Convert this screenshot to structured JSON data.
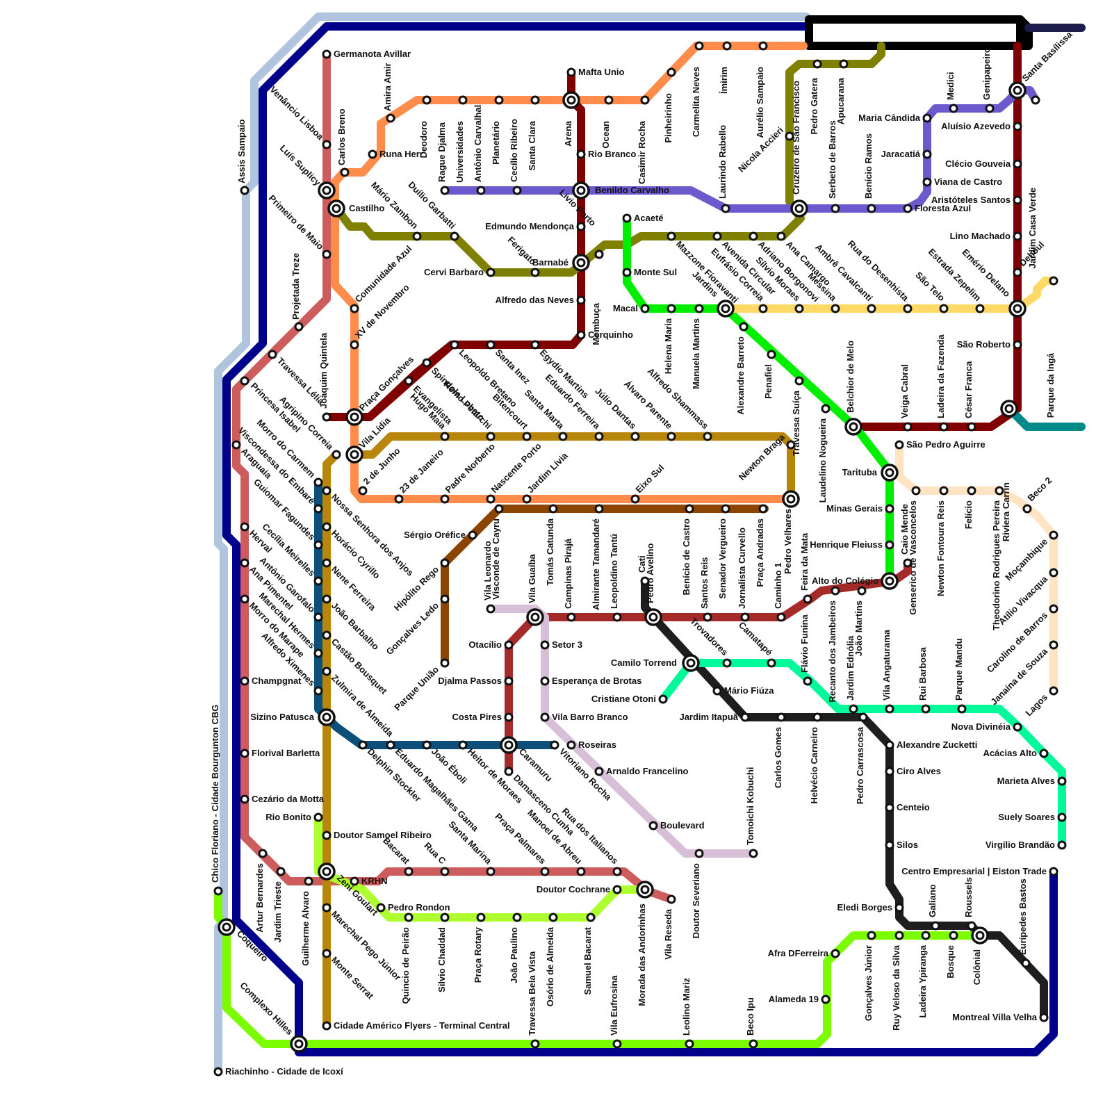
{
  "map": {
    "lines": [
      {
        "id": "light-blue",
        "color": "#B0C4DE"
      },
      {
        "id": "navy",
        "color": "#00008B"
      },
      {
        "id": "black-top",
        "color": "#000000"
      },
      {
        "id": "dark-navy",
        "color": "#1C1C4A"
      },
      {
        "id": "rose",
        "color": "#CD5C5C"
      },
      {
        "id": "orange",
        "color": "#FF8C4A"
      },
      {
        "id": "maroon",
        "color": "#800000"
      },
      {
        "id": "olive",
        "color": "#808000"
      },
      {
        "id": "purple",
        "color": "#6A5ACD"
      },
      {
        "id": "green",
        "color": "#00EE00"
      },
      {
        "id": "yellow",
        "color": "#FFD966"
      },
      {
        "id": "dark-red",
        "color": "#8B1A1A"
      },
      {
        "id": "gold",
        "color": "#B8860B"
      },
      {
        "id": "teal",
        "color": "#008B8B"
      },
      {
        "id": "peach",
        "color": "#FFE4C4"
      },
      {
        "id": "blue-teal",
        "color": "#0B4F7A"
      },
      {
        "id": "brown",
        "color": "#8B4500"
      },
      {
        "id": "red",
        "color": "#A52A2A"
      },
      {
        "id": "lilac",
        "color": "#D8BFD8"
      },
      {
        "id": "dark-gray",
        "color": "#1E1E1E"
      },
      {
        "id": "mint",
        "color": "#00FA9A"
      },
      {
        "id": "lime",
        "color": "#ADFF2F"
      },
      {
        "id": "bright-green",
        "color": "#7CFC00"
      }
    ],
    "stations": [
      {
        "name": "Germanota Avillar"
      },
      {
        "name": "Venâncio Lisboa"
      },
      {
        "name": "Luís Suplicy"
      },
      {
        "name": "Castilho"
      },
      {
        "name": "Primeiro de Maio"
      },
      {
        "name": "Projetada Treze"
      },
      {
        "name": "Travessa Lélia"
      },
      {
        "name": "Princesa Isabel"
      },
      {
        "name": "Assis Sampaio"
      },
      {
        "name": "Carlos Breno"
      },
      {
        "name": "Amira Amir"
      },
      {
        "name": "Runa Herr"
      },
      {
        "name": "Deodoro"
      },
      {
        "name": "Universidades"
      },
      {
        "name": "Planetário"
      },
      {
        "name": "Santa Clara"
      },
      {
        "name": "Arena"
      },
      {
        "name": "Mafta Unio"
      },
      {
        "name": "Ocean"
      },
      {
        "name": "Casimir Rocha"
      },
      {
        "name": "Pinheirinho"
      },
      {
        "name": "Carmelita Neves"
      },
      {
        "name": "Ímirim"
      },
      {
        "name": "Aurélio Sampaio"
      },
      {
        "name": "Rague Djalma"
      },
      {
        "name": "Antônio Carvalhal"
      },
      {
        "name": "Cecílio Ribeiro"
      },
      {
        "name": "Rio Branco"
      },
      {
        "name": "Benildo Carvalho"
      },
      {
        "name": "Laurindo Rabello"
      },
      {
        "name": "Nicola Accieri"
      },
      {
        "name": "Cruzeiro de São Francisco"
      },
      {
        "name": "Pedro Gatera"
      },
      {
        "name": "Apucarana"
      },
      {
        "name": "Serbeto de Barros"
      },
      {
        "name": "Benício Ramos"
      },
      {
        "name": "Floresta Azul"
      },
      {
        "name": "Maria Cândida"
      },
      {
        "name": "Jaracatiá"
      },
      {
        "name": "Viana de Castro"
      },
      {
        "name": "Medici"
      },
      {
        "name": "Genipapeiro"
      },
      {
        "name": "Santa Basílissa"
      },
      {
        "name": "Jardim Casa Verde"
      },
      {
        "name": "Aluísio Azevedo"
      },
      {
        "name": "Clécio Gouveia"
      },
      {
        "name": "Aristóteles Santos"
      },
      {
        "name": "Lino Machado"
      },
      {
        "name": "Dehoul"
      },
      {
        "name": "Emério Delano"
      },
      {
        "name": "Parque da Ingá"
      },
      {
        "name": "São Roberto"
      },
      {
        "name": "Riviera Carrin"
      },
      {
        "name": "Mário Zambon"
      },
      {
        "name": "Duílio Garbatti"
      },
      {
        "name": "Cervi Barbaro"
      },
      {
        "name": "Ferigato"
      },
      {
        "name": "Barnabé"
      },
      {
        "name": "Edmundo Mendonça"
      },
      {
        "name": "Lívio Porto"
      },
      {
        "name": "Mombuça"
      },
      {
        "name": "Acaeté"
      },
      {
        "name": "Monte Sul"
      },
      {
        "name": "Macal"
      },
      {
        "name": "Alfredo das Neves"
      },
      {
        "name": "Cerquinho"
      },
      {
        "name": "Mazzone Fioravanti"
      },
      {
        "name": "Avenida Circular"
      },
      {
        "name": "Adriano Borgonovi"
      },
      {
        "name": "Ana Camargo"
      },
      {
        "name": "Eufrásio Correia"
      },
      {
        "name": "Sílvio Moraes"
      },
      {
        "name": "Messina"
      },
      {
        "name": "Ambrê Cavalcanti"
      },
      {
        "name": "Rua do Desenhista"
      },
      {
        "name": "São Telo"
      },
      {
        "name": "Estrada Zepelim"
      },
      {
        "name": "Jardins"
      },
      {
        "name": "Helena Maria"
      },
      {
        "name": "Manuela Martins"
      },
      {
        "name": "Alexandre Barreto"
      },
      {
        "name": "Penafiel"
      },
      {
        "name": "Travessa Suíça"
      },
      {
        "name": "Laudelino Nogueira"
      },
      {
        "name": "Belchior de Melo"
      },
      {
        "name": "Veiga Cabral"
      },
      {
        "name": "Ladeira da Fazenda"
      },
      {
        "name": "César Franca"
      },
      {
        "name": "São Pedro Aguirre"
      },
      {
        "name": "Tarituba"
      },
      {
        "name": "Minas Gerais"
      },
      {
        "name": "Henrique Fleiuss"
      },
      {
        "name": "Alto do Colégio"
      },
      {
        "name": "Caio Mende"
      },
      {
        "name": "Genserico de Vasconcelos"
      },
      {
        "name": "Newton Fontoura Reis"
      },
      {
        "name": "Felício"
      },
      {
        "name": "Theodorino Rodrigues Pereira"
      },
      {
        "name": "Beco 2"
      },
      {
        "name": "Moçambique"
      },
      {
        "name": "Atílio Vivacqua"
      },
      {
        "name": "Carolino de Barros"
      },
      {
        "name": "Janaína de Souza"
      },
      {
        "name": "Lagos"
      },
      {
        "name": "Joaquim Quintela"
      },
      {
        "name": "Praça Gonçalves"
      },
      {
        "name": "Comunidade Azul"
      },
      {
        "name": "XV de Novembro"
      },
      {
        "name": "Agripino Correia"
      },
      {
        "name": "Vila Lídia"
      },
      {
        "name": "Evangelista"
      },
      {
        "name": "Spindola Lobato"
      },
      {
        "name": "Leopoldo Bretano"
      },
      {
        "name": "Santa Inez"
      },
      {
        "name": "Egydio Martins"
      },
      {
        "name": "Hugo Maia"
      },
      {
        "name": "Remo Petarchi"
      },
      {
        "name": "Bitencourt"
      },
      {
        "name": "Santa Marta"
      },
      {
        "name": "Eduardo Ferreira"
      },
      {
        "name": "Júlio Dantas"
      },
      {
        "name": "Álvaro Parente"
      },
      {
        "name": "Alfredo Shammass"
      },
      {
        "name": "Newton Braga"
      },
      {
        "name": "Pedro Velhares"
      },
      {
        "name": "2 de Junho"
      },
      {
        "name": "23 de Janeiro"
      },
      {
        "name": "Padre Norberto"
      },
      {
        "name": "Nascente Porto"
      },
      {
        "name": "Jardim Lívia"
      },
      {
        "name": "Eixo Sul"
      },
      {
        "name": "Morro do Carmem"
      },
      {
        "name": "Viscondessa do Embaré"
      },
      {
        "name": "Nossa Senhora dos Anjos"
      },
      {
        "name": "Araguaia"
      },
      {
        "name": "Guiomar Fagundes"
      },
      {
        "name": "Horácio Cyrillo"
      },
      {
        "name": "Herval"
      },
      {
        "name": "Cecília Meirelles"
      },
      {
        "name": "Nene Ferreira"
      },
      {
        "name": "Ana Pimentel"
      },
      {
        "name": "Antônio Garofalo"
      },
      {
        "name": "João Barbalho"
      },
      {
        "name": "Marechal Hermes"
      },
      {
        "name": "Morro do Marape"
      },
      {
        "name": "Castão Bousquet"
      },
      {
        "name": "Alfredo Ximenes"
      },
      {
        "name": "Zulmira de Almeida"
      },
      {
        "name": "Champgnat"
      },
      {
        "name": "Sizino Patusca"
      },
      {
        "name": "Sérgio Oréfice"
      },
      {
        "name": "Hipólito Rego"
      },
      {
        "name": "Gonçalves Ledo"
      },
      {
        "name": "Parque União"
      },
      {
        "name": "Vila Leonardo"
      },
      {
        "name": "Visconde de Cayru"
      },
      {
        "name": "Tomás Catunda"
      },
      {
        "name": "Almirante Tamandaré"
      },
      {
        "name": "Benício de Castro"
      },
      {
        "name": "Senador Vergueiro"
      },
      {
        "name": "Praça Andradas"
      },
      {
        "name": "Vila Guaíba"
      },
      {
        "name": "Campinas Pirajá"
      },
      {
        "name": "Leopoldino Tantú"
      },
      {
        "name": "Cati"
      },
      {
        "name": "Pedro Avelino"
      },
      {
        "name": "Santos Reis"
      },
      {
        "name": "Jornalista Curvello"
      },
      {
        "name": "Caminho 1"
      },
      {
        "name": "Feira da Mata"
      },
      {
        "name": "Recanto dos Jambeiros"
      },
      {
        "name": "Jardim Ednólia"
      },
      {
        "name": "João Martins"
      },
      {
        "name": "Otacílio"
      },
      {
        "name": "Setor 3"
      },
      {
        "name": "Djalma Passos"
      },
      {
        "name": "Esperança de Brotas"
      },
      {
        "name": "Costa Pires"
      },
      {
        "name": "Vila Barro Branco"
      },
      {
        "name": "Camilo Torrend"
      },
      {
        "name": "Trovadores"
      },
      {
        "name": "Camatapé"
      },
      {
        "name": "Flávio Funina"
      },
      {
        "name": "Cristiane Otoni"
      },
      {
        "name": "Mário Fiúza"
      },
      {
        "name": "Jardim Itapuã"
      },
      {
        "name": "Carlos Gomes"
      },
      {
        "name": "Helvécio Carneiro"
      },
      {
        "name": "Pedro Carrascosa"
      },
      {
        "name": "Vila Angaturama"
      },
      {
        "name": "Rui Barbosa"
      },
      {
        "name": "Parque Mandu"
      },
      {
        "name": "Nova Divinéia"
      },
      {
        "name": "Acácias Alto"
      },
      {
        "name": "Marieta Alves"
      },
      {
        "name": "Suely Soares"
      },
      {
        "name": "Virgílio Brandão"
      },
      {
        "name": "Centro Empresarial | Eiston Trade"
      },
      {
        "name": "Alexandre Zuckettі"
      },
      {
        "name": "Ciro Alves"
      },
      {
        "name": "Centeio"
      },
      {
        "name": "Silos"
      },
      {
        "name": "Eledi Borges"
      },
      {
        "name": "Delphin Stockler"
      },
      {
        "name": "João Éboli"
      },
      {
        "name": "Heitor de Moraes"
      },
      {
        "name": "Eduardo Magalhães Gama"
      },
      {
        "name": "Caramuru"
      },
      {
        "name": "Vitoriano Rocha"
      },
      {
        "name": "Damasceno Cunha"
      },
      {
        "name": "Roseiras"
      },
      {
        "name": "Arnaldo Francelino"
      },
      {
        "name": "Boulevard"
      },
      {
        "name": "Doutor Severiano"
      },
      {
        "name": "Tomoichi Kobuchi"
      },
      {
        "name": "Florival Barletta"
      },
      {
        "name": "Cezário da Motta"
      },
      {
        "name": "Rio Bonito"
      },
      {
        "name": "Doutor Samoel Ribeiro"
      },
      {
        "name": "KRHN"
      },
      {
        "name": "Zeni Goulart"
      },
      {
        "name": "Bacarat"
      },
      {
        "name": "Rua C"
      },
      {
        "name": "Santa Marina"
      },
      {
        "name": "Praça Palmares"
      },
      {
        "name": "Manoel de Abreu"
      },
      {
        "name": "Rua dos Italianos"
      },
      {
        "name": "Doutor Cochrane"
      },
      {
        "name": "Morada das Andorinhas"
      },
      {
        "name": "Vila Reseda"
      },
      {
        "name": "Artur Bernardes"
      },
      {
        "name": "Jardim Trieste"
      },
      {
        "name": "Guilherme Alvaro"
      },
      {
        "name": "Pedro Rondon"
      },
      {
        "name": "Quincio de Peirão"
      },
      {
        "name": "Silvio Chaddad"
      },
      {
        "name": "Praça Rotary"
      },
      {
        "name": "João Paulino"
      },
      {
        "name": "Osório de Almeida"
      },
      {
        "name": "Samuel Bacarat"
      },
      {
        "name": "Marechal Pego Júnior"
      },
      {
        "name": "Monte Serrat"
      },
      {
        "name": "Cidade Américo Flyers - Terminal Central"
      },
      {
        "name": "Chico Floriano - Cidade Bourgunton CBG"
      },
      {
        "name": "Coqueiro"
      },
      {
        "name": "Complexo Hilles"
      },
      {
        "name": "Riachinho - Cidade de Icoxí"
      },
      {
        "name": "Travessa Bela Vista"
      },
      {
        "name": "Vila Eufrosina"
      },
      {
        "name": "Leolino Mariz"
      },
      {
        "name": "Beco Ipu"
      },
      {
        "name": "Alameda 19"
      },
      {
        "name": "Afra DFerreira"
      },
      {
        "name": "Gonçalves Júnior"
      },
      {
        "name": "Ruy Veloso da Silva"
      },
      {
        "name": "Ladeira Ypiranga"
      },
      {
        "name": "Galiano"
      },
      {
        "name": "Bosque"
      },
      {
        "name": "Roussels"
      },
      {
        "name": "Colônial"
      },
      {
        "name": "Eurípedes Bastos"
      },
      {
        "name": "Montreal Villa Velha"
      }
    ]
  }
}
